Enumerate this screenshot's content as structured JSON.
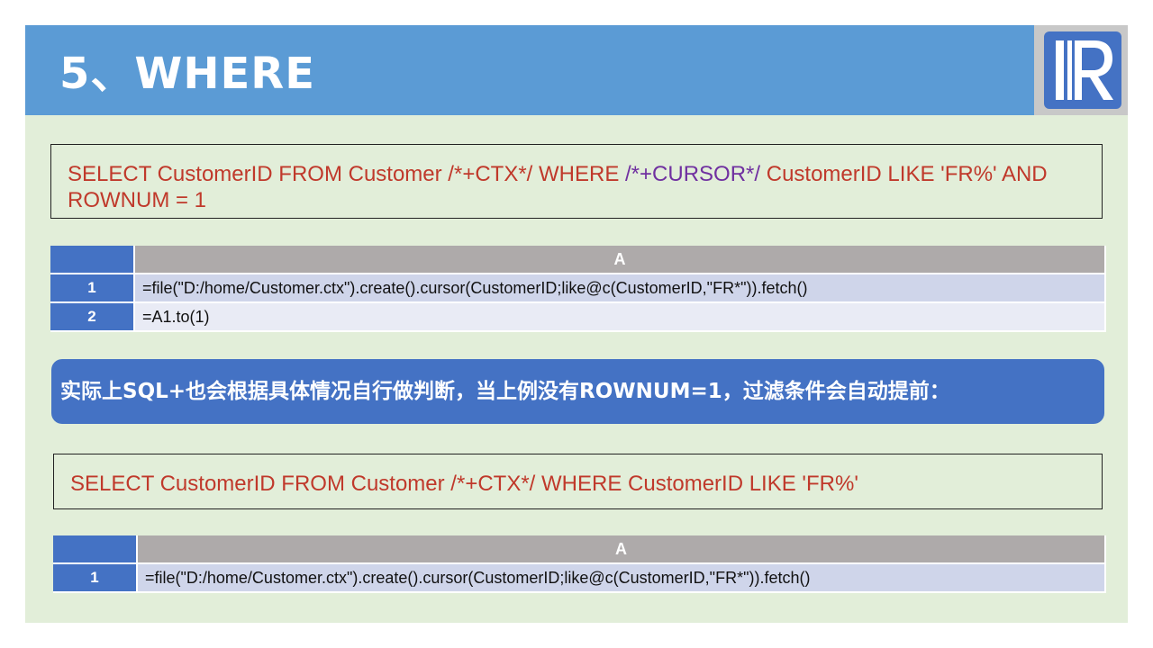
{
  "slide": {
    "title": "5、WHERE",
    "logo_letter": "R"
  },
  "sql1": {
    "part1": "SELECT CustomerID FROM Customer /*+CTX*/ WHERE ",
    "hint": "/*+CURSOR*/",
    "part2": " CustomerID LIKE 'FR%' AND ROWNUM = 1"
  },
  "grid1": {
    "column": "A",
    "rows": [
      {
        "num": "1",
        "expr": "=file(\"D:/home/Customer.ctx\").create().cursor(CustomerID;like@c(CustomerID,\"FR*\")).fetch()"
      },
      {
        "num": "2",
        "expr": "=A1.to(1)"
      }
    ]
  },
  "callout": {
    "text": "实际上SQL+也会根据具体情况自行做判断，当上例没有ROWNUM=1，过滤条件会自动提前："
  },
  "sql2": {
    "text": "SELECT CustomerID FROM Customer /*+CTX*/ WHERE CustomerID LIKE 'FR%'"
  },
  "grid2": {
    "column": "A",
    "rows": [
      {
        "num": "1",
        "expr": "=file(\"D:/home/Customer.ctx\").create().cursor(CustomerID;like@c(CustomerID,\"FR*\")).fetch()"
      }
    ]
  },
  "colors": {
    "header_blue": "#5b9bd5",
    "slide_green": "#e2eed9",
    "sql_red": "#c0392b",
    "hint_purple": "#7030a0",
    "grid_blue": "#4472c4",
    "grid_gray": "#aeaaaa"
  }
}
